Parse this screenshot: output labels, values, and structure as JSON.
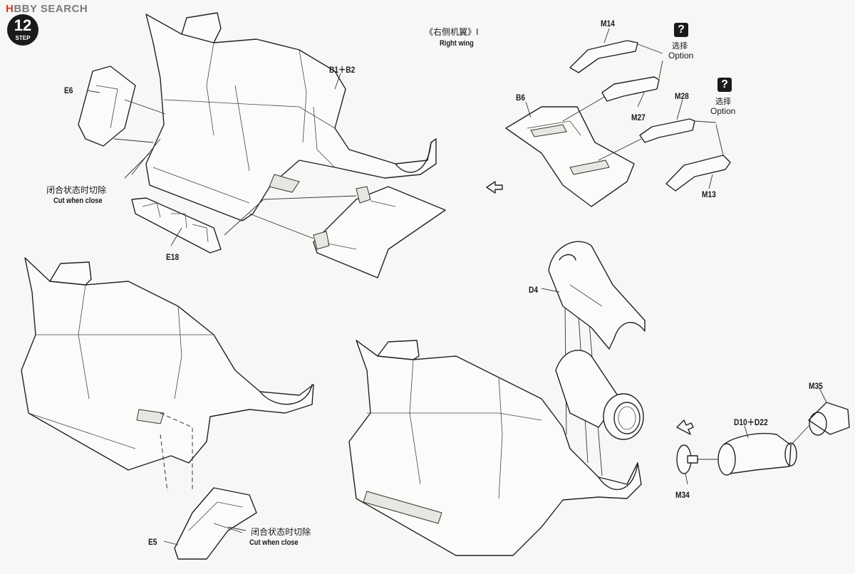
{
  "header": {
    "watermark": "H",
    "watermark_rest": "BBY SEARCH",
    "step_number": "12",
    "step_word": "STEP"
  },
  "title": {
    "cn": "《右侧机翼》I",
    "en": "Right wing"
  },
  "labels": {
    "e6": "E6",
    "b1_b2": "B1＋B2",
    "e18": "E18",
    "e5": "E5",
    "b6": "B6",
    "m14": "M14",
    "m27": "M27",
    "m28": "M28",
    "m13": "M13",
    "d4": "D4",
    "m35": "M35",
    "d10_d22": "D10＋D22",
    "m34": "M34"
  },
  "notes": {
    "cut_cn_1": "闭合状态时切除",
    "cut_en_1": "Cut when close",
    "cut_cn_2": "闭合状态时切除",
    "cut_en_2": "Cut when close"
  },
  "options": {
    "q1": "?",
    "q1_cn": "选择",
    "q1_en": "Option",
    "q2": "?",
    "q2_cn": "选择",
    "q2_en": "Option"
  },
  "colors": {
    "line": "#222222",
    "paper": "#f7f7f5",
    "accent": "#d23a2e"
  }
}
